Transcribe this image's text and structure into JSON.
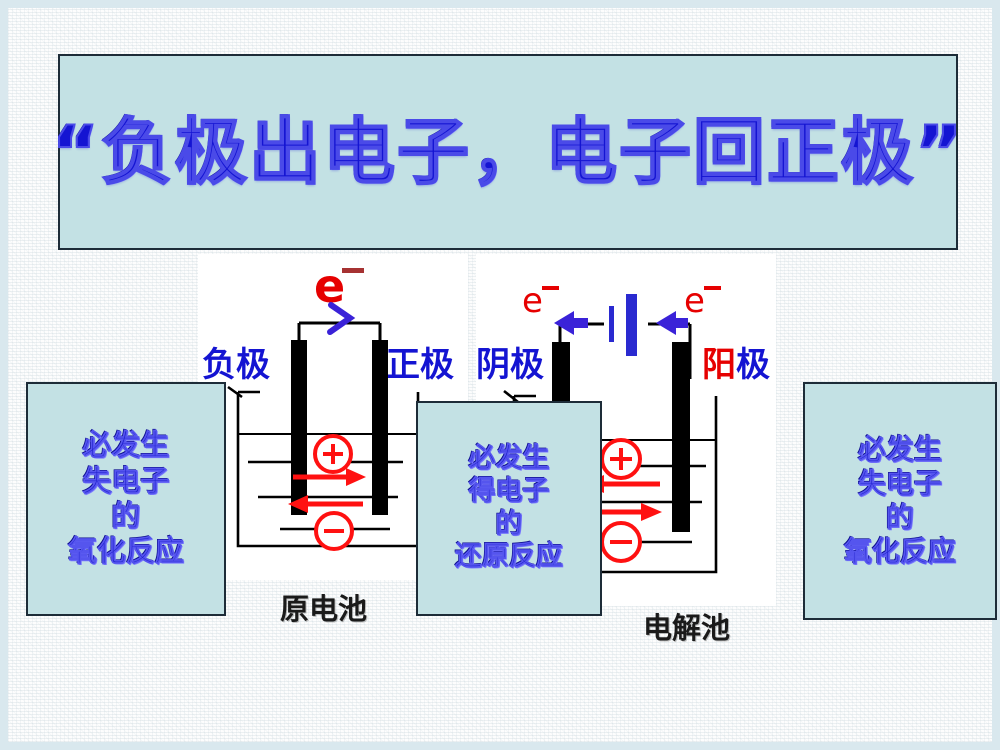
{
  "slide": {
    "background_color": "#d9e8ee",
    "paper_color": "#fdfdfd",
    "panel_fill": "#c3e1e4",
    "panel_border": "#1d2c38"
  },
  "title": {
    "text": "“负极出电子，电子回正极”",
    "color": "#1414d2"
  },
  "diagrams": [
    {
      "id": "galvanic",
      "caption": "原电池",
      "caption_color": "#1a1a1a",
      "electron_label": "e⁻",
      "electron_color": "#e60000",
      "left_electrode_label": "负极",
      "left_electrode_color": "#1414d2",
      "right_electrode_label": "正极",
      "right_electrode_color": "#1414d2",
      "cation_symbol": "+",
      "anion_symbol": "–",
      "ion_color": "#ff1111",
      "cation_direction": "right",
      "anion_direction": "left",
      "wire_arrow_direction": "right",
      "wire_arrow_color": "#3a22d8",
      "has_battery": false
    },
    {
      "id": "electrolytic",
      "caption": "电解池",
      "caption_color": "#1a1a1a",
      "electron_label_left": "e⁻",
      "electron_label_right": "e⁻",
      "electron_color": "#e60000",
      "left_electrode_label": "阴极",
      "left_electrode_color": "#1414d2",
      "right_electrode_label_char1": "阳",
      "right_electrode_label_char1_color": "#e60000",
      "right_electrode_label_char2": "极",
      "right_electrode_label_char2_color": "#1414d2",
      "cation_symbol": "+",
      "anion_symbol": "–",
      "ion_color": "#ff1111",
      "cation_direction": "left",
      "anion_direction": "right",
      "wire_arrow_direction": "left",
      "wire_arrow_color": "#3a22d8",
      "has_battery": true,
      "battery_color": "#2a2ad0"
    }
  ],
  "statement_boxes": [
    {
      "id": "left",
      "lines": [
        "必发生",
        "失电子",
        "的",
        "氧化反应"
      ],
      "text_color": "#1d1dcc"
    },
    {
      "id": "middle",
      "lines": [
        "必发生",
        "得电子",
        "的",
        "还原反应"
      ],
      "text_color": "#1d1dcc"
    },
    {
      "id": "right",
      "lines": [
        "必发生",
        "失电子",
        "的",
        "氧化反应"
      ],
      "text_color": "#1d1dcc"
    }
  ]
}
